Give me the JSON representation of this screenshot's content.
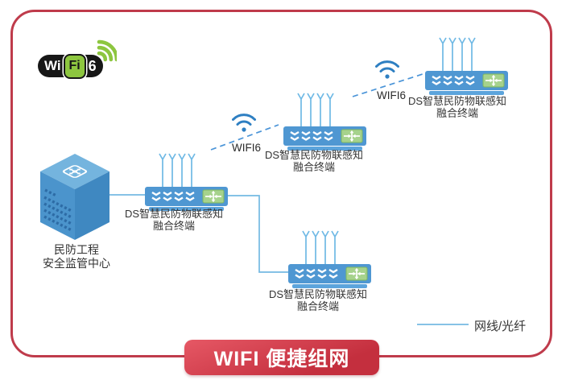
{
  "diagram_title": "WIFI 便捷组网",
  "logo": {
    "wi": "Wi",
    "fi": "Fi",
    "six": "6"
  },
  "center_node": {
    "line1": "民防工程",
    "line2": "安全监管中心"
  },
  "terminals": [
    {
      "line1": "DS智慧民防物联感知",
      "line2": "融合终端"
    },
    {
      "line1": "DS智慧民防物联感知",
      "line2": "融合终端"
    },
    {
      "line1": "DS智慧民防物联感知",
      "line2": "融合终端"
    },
    {
      "line1": "DS智慧民防物联感知",
      "line2": "融合终端"
    }
  ],
  "wireless_links": [
    {
      "label": "WIFI6"
    },
    {
      "label": "WIFI6"
    }
  ],
  "legend": {
    "label": "网线/光纤"
  },
  "banner": {
    "label": "WIFI 便捷组网"
  },
  "colors": {
    "frame_red": "#bf3b4b",
    "banner_red_start": "#e65865",
    "banner_red_end": "#c42f3e",
    "device_blue": "#4f97d2",
    "antenna_blue": "#6fb9e5",
    "module_green": "#a6d28c",
    "wired_line_blue": "#74b9e2",
    "wireless_dash_blue": "#4a94d8",
    "wifi_icon_blue": "#2e7fc2",
    "logo_green": "#8dc63f",
    "text": "#333333"
  }
}
